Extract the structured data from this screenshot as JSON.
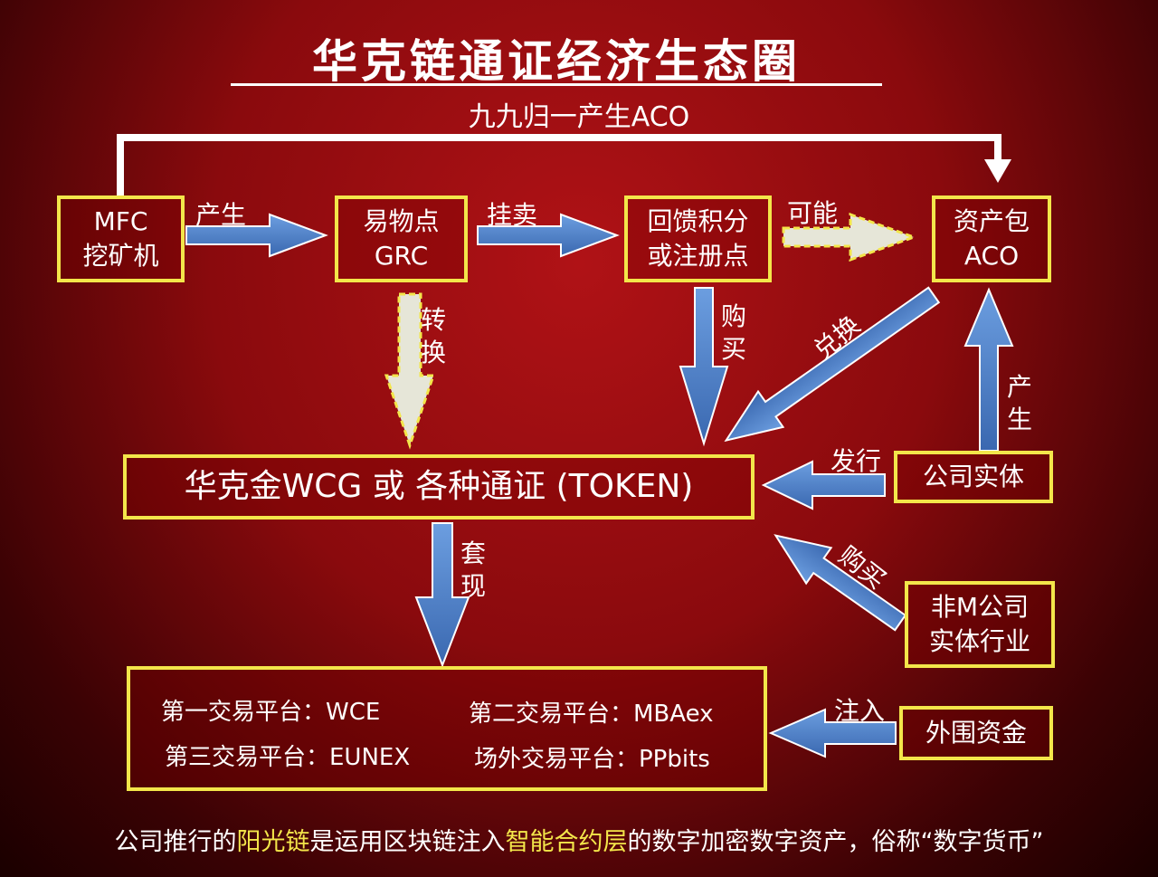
{
  "title": "华克链通证经济生态圈",
  "subtitle": "九九归一产生ACO",
  "boxes": {
    "mfc": [
      "MFC",
      "挖矿机"
    ],
    "grc": [
      "易物点",
      "GRC"
    ],
    "points": [
      "回馈积分",
      "或注册点"
    ],
    "aco": [
      "资产包",
      "ACO"
    ],
    "token": "华克金WCG 或 各种通证 (TOKEN)",
    "company": "公司实体",
    "non_m": [
      "非M公司",
      "实体行业"
    ],
    "external": "外围资金"
  },
  "edge_labels": {
    "produce1": "产生",
    "sell": "挂卖",
    "possible": "可能",
    "convert": [
      "转",
      "换"
    ],
    "buy1": [
      "购",
      "买"
    ],
    "exchange": "兑换",
    "produce2": [
      "产",
      "生"
    ],
    "issue": "发行",
    "buy2": "购买",
    "cashout": [
      "套",
      "现"
    ],
    "inject": "注入"
  },
  "platforms": {
    "p1": "第一交易平台：WCE",
    "p2": "第二交易平台：MBAex",
    "p3": "第三交易平台：EUNEX",
    "p4": "场外交易平台：PPbits"
  },
  "footer": {
    "part1": "公司推行的",
    "highlight1": "阳光链",
    "part2": "是运用区块链注入",
    "highlight2": "智能合约层",
    "part3": "的数字加密数字资产，俗称“数字货币”"
  },
  "colors": {
    "box_border": "#f3e64a",
    "arrow_blue": "#4a7cc4",
    "arrow_dashed_fill": "#e6e6d8",
    "background": "#8a0a0d",
    "highlight_text": "#f3e64a"
  }
}
